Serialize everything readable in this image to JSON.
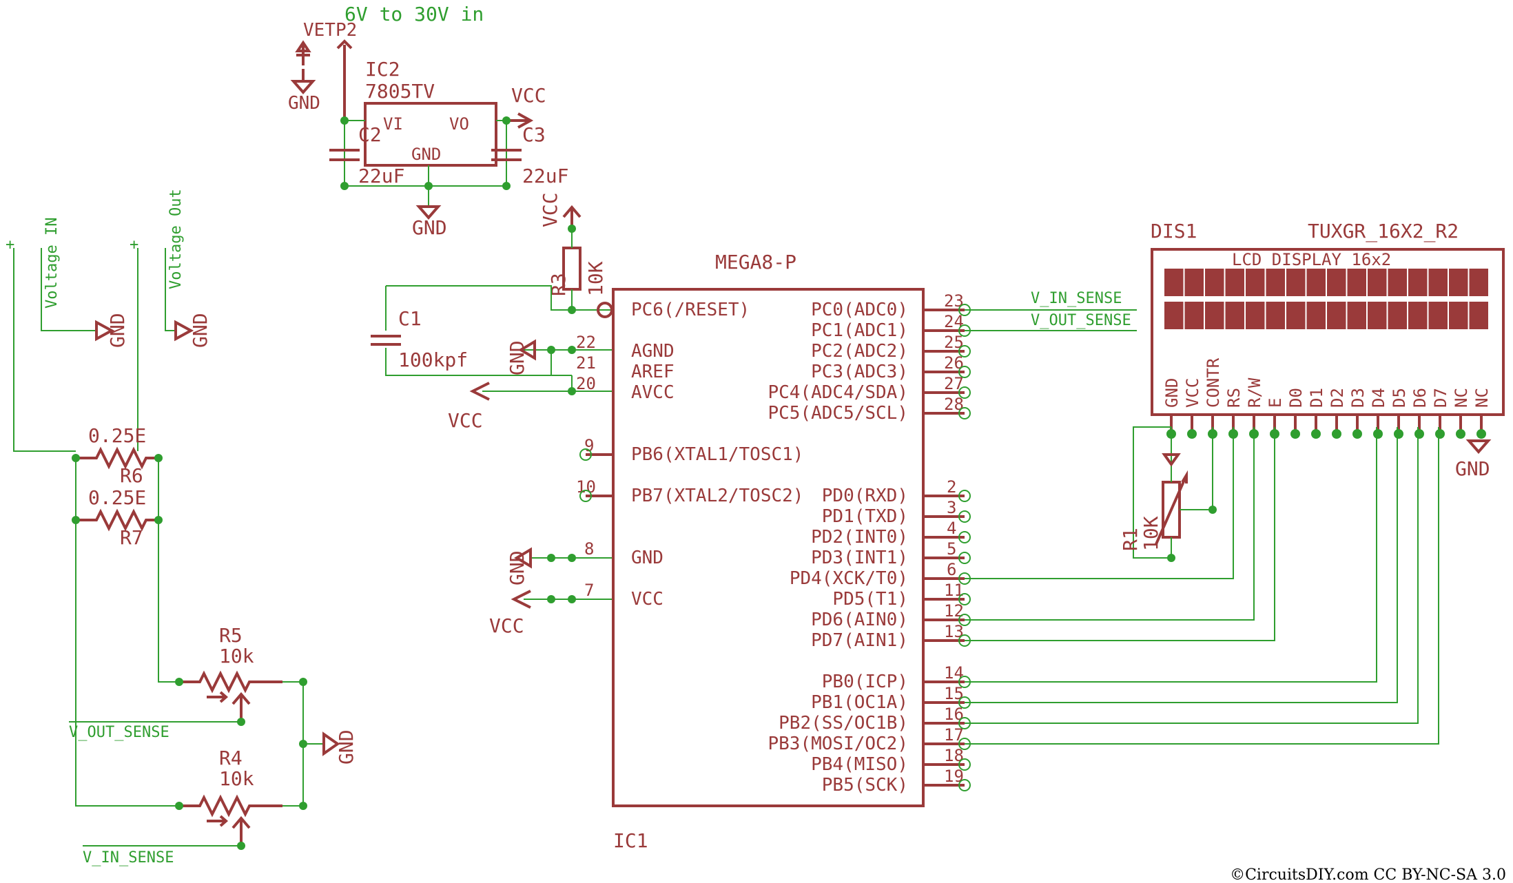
{
  "title_note": "6V to 30V in",
  "copyright": "©CircuitsDIY.com CC BY-NC-SA 3.0",
  "nets": {
    "v_in_sense": "V_IN_SENSE",
    "v_out_sense": "V_OUT_SENSE",
    "gnd": "GND",
    "vcc": "VCC"
  },
  "regulator": {
    "name": "IC2",
    "value": "7805TV",
    "pin_vi": "VI",
    "pin_vo": "VO",
    "pin_gnd": "GND",
    "supply": "VETP2"
  },
  "caps": {
    "c2": {
      "name": "C2",
      "value": "22uF"
    },
    "c3": {
      "name": "C3",
      "value": "22uF"
    },
    "c1": {
      "name": "C1",
      "value": "100kpf"
    }
  },
  "inputs": {
    "voltage_in": "Voltage IN",
    "voltage_out": "Voltage Out",
    "plus": "+"
  },
  "resistors": {
    "r6": {
      "name": "R6",
      "value": "0.25E"
    },
    "r7": {
      "name": "R7",
      "value": "0.25E"
    },
    "r3": {
      "name": "R3",
      "value": "10K"
    },
    "r5": {
      "name": "R5",
      "value": "10k"
    },
    "r4": {
      "name": "R4",
      "value": "10k"
    },
    "r1": {
      "name": "R1",
      "value": "10K"
    }
  },
  "mcu": {
    "name": "IC1",
    "value": "MEGA8-P",
    "left_pins": [
      {
        "num": "",
        "label": "PC6(/RESET)"
      },
      {
        "num": "22",
        "label": "AGND"
      },
      {
        "num": "21",
        "label": "AREF"
      },
      {
        "num": "20",
        "label": "AVCC"
      },
      {
        "num": "9",
        "label": "PB6(XTAL1/TOSC1)"
      },
      {
        "num": "10",
        "label": "PB7(XTAL2/TOSC2)"
      },
      {
        "num": "8",
        "label": "GND"
      },
      {
        "num": "7",
        "label": "VCC"
      }
    ],
    "right_pins": [
      {
        "num": "23",
        "label": "PC0(ADC0)"
      },
      {
        "num": "24",
        "label": "PC1(ADC1)"
      },
      {
        "num": "25",
        "label": "PC2(ADC2)"
      },
      {
        "num": "26",
        "label": "PC3(ADC3)"
      },
      {
        "num": "27",
        "label": "PC4(ADC4/SDA)"
      },
      {
        "num": "28",
        "label": "PC5(ADC5/SCL)"
      },
      {
        "num": "2",
        "label": "PD0(RXD)"
      },
      {
        "num": "3",
        "label": "PD1(TXD)"
      },
      {
        "num": "4",
        "label": "PD2(INT0)"
      },
      {
        "num": "5",
        "label": "PD3(INT1)"
      },
      {
        "num": "6",
        "label": "PD4(XCK/T0)"
      },
      {
        "num": "11",
        "label": "PD5(T1)"
      },
      {
        "num": "12",
        "label": "PD6(AIN0)"
      },
      {
        "num": "13",
        "label": "PD7(AIN1)"
      },
      {
        "num": "14",
        "label": "PB0(ICP)"
      },
      {
        "num": "15",
        "label": "PB1(OC1A)"
      },
      {
        "num": "16",
        "label": "PB2(SS/OC1B)"
      },
      {
        "num": "17",
        "label": "PB3(MOSI/OC2)"
      },
      {
        "num": "18",
        "label": "PB4(MISO)"
      },
      {
        "num": "19",
        "label": "PB5(SCK)"
      }
    ]
  },
  "lcd": {
    "name": "DIS1",
    "value": "TUXGR_16X2_R2",
    "caption": "LCD DISPLAY 16x2",
    "cells_per_row": 16,
    "pins": [
      "GND",
      "VCC",
      "CONTR",
      "RS",
      "R/W",
      "E",
      "D0",
      "D1",
      "D2",
      "D3",
      "D4",
      "D5",
      "D6",
      "D7",
      "NC",
      "NC"
    ]
  }
}
